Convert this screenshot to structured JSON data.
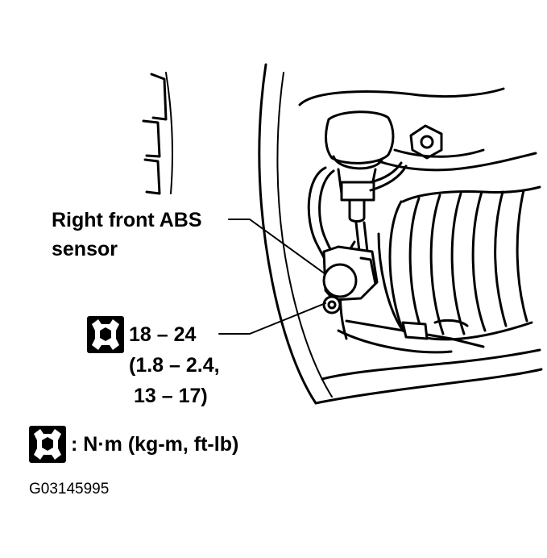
{
  "callouts": {
    "sensor_line1": "Right front ABS",
    "sensor_line2": "sensor",
    "torque_line1": "18 – 24",
    "torque_line2": "(1.8 – 2.4,",
    "torque_line3": "13 – 17)"
  },
  "legend": {
    "units": ": N·m (kg-m, ft-lb)"
  },
  "figure_code": "G03145995",
  "icons": {
    "torque": "torque-wrench-icon"
  },
  "colors": {
    "ink": "#000000",
    "paper": "#ffffff"
  }
}
